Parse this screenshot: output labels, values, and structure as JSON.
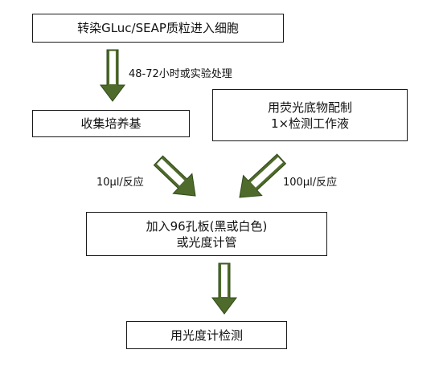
{
  "steps": {
    "transfect": "转染GLuc/SEAP质粒进入细胞",
    "collect": "收集培养基",
    "reagent_line1": "用荧光底物配制",
    "reagent_line2": "1×检测工作液",
    "plate_line1": "加入96孔板(黑或白色)",
    "plate_line2": "或光度计管",
    "measure": "用光度计检测"
  },
  "labels": {
    "time": "48-72小时或实验处理",
    "left_volume": "10μl/反应",
    "right_volume": "100μl/反应"
  },
  "colors": {
    "arrow_fill": "#4e6b2b",
    "arrow_border": "#2f4a18",
    "box_border": "#1a1a1a"
  }
}
